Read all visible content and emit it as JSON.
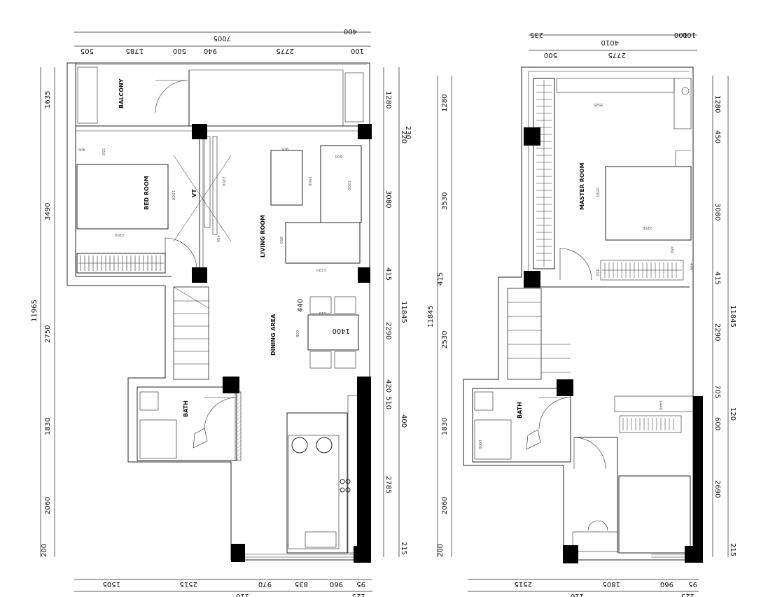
{
  "left_plan": {
    "rooms": {
      "balcony": "BALCONY",
      "bedroom": "BED ROOM",
      "vt": "VT",
      "living": "LIVING ROOM",
      "dining": "DINING AREA",
      "bath": "BATH"
    },
    "top_dims": [
      "400",
      "7005",
      "505",
      "1785",
      "500",
      "940",
      "2775",
      "100"
    ],
    "bottom_dims": [
      "1505",
      "2515",
      "110",
      "970",
      "835",
      "960",
      "125",
      "95"
    ],
    "left_dims": [
      "1635",
      "3490",
      "11965",
      "2750",
      "1830",
      "2060",
      "200"
    ],
    "right_dims": [
      "1280",
      "230",
      "220",
      "3080",
      "415",
      "2290",
      "11845",
      "420",
      "510",
      "400",
      "2785",
      "215"
    ],
    "furniture_dims": [
      "400",
      "550",
      "1560",
      "2100",
      "2200",
      "400",
      "905",
      "1500",
      "600",
      "1900",
      "850",
      "1720",
      "440",
      "510",
      "1400",
      "800"
    ]
  },
  "right_plan": {
    "rooms": {
      "master": "MASTER ROOM",
      "bath": "BATH"
    },
    "top_dims": [
      "100",
      "100",
      "235",
      "4010",
      "500",
      "2775"
    ],
    "bottom_dims": [
      "2515",
      "110",
      "1805",
      "960",
      "125",
      "95"
    ],
    "left_dims": [
      "1280",
      "3530",
      "415",
      "11845",
      "2530",
      "1830",
      "2060",
      "200"
    ],
    "right_dims": [
      "1280",
      "450",
      "3080",
      "415",
      "2290",
      "11845",
      "705",
      "120",
      "600",
      "2690",
      "215"
    ],
    "furniture_dims": [
      "3595",
      "1820",
      "2150",
      "450",
      "350",
      "400",
      "1000",
      "1440"
    ]
  }
}
